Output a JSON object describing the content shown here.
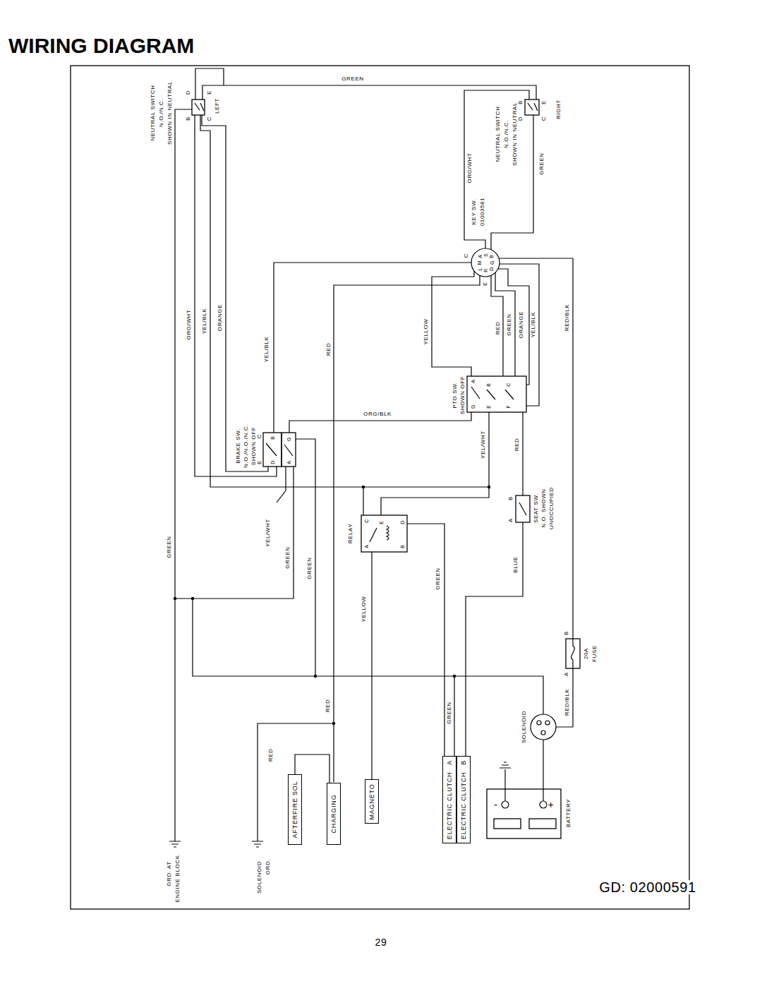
{
  "diagram": {
    "title": "WIRING DIAGRAM",
    "nodes": [
      {
        "text": [
          "AFTERFIRE SOL"
        ]
      },
      {
        "text": [
          "CHARGING"
        ]
      },
      {
        "text": [
          "MAGNETO"
        ]
      },
      {
        "text": [
          "ELECTRIC CLUTCH",
          "A"
        ]
      },
      {
        "text": [
          "ELECTRIC CLUTCH",
          "B"
        ]
      }
    ],
    "edges": [
      {
        "from": 0,
        "to": 1,
        "arrow": "none"
      }
    ],
    "labels": [
      "GD: 02000591",
      "29",
      "NEUTRAL SWITCH",
      "N.O./N.C.",
      "SHOWN IN NEUTRAL",
      "B",
      "D",
      "C",
      "E",
      "LEFT",
      "GREEN",
      "NEUTRAL SWITCH",
      "N.O./N.C.",
      "SHOWN IN NEUTRAL",
      "B",
      "D",
      "E",
      "C",
      "RIGHT",
      "ORG/WHT",
      "GREEN",
      "KEY SW.",
      "01003581",
      "A",
      "S",
      "B",
      "M",
      "G",
      "C",
      "L",
      "R",
      "E",
      "D",
      "ORG/WHT",
      "YEL/BLK",
      "ORANGE",
      "YEL/BLK",
      "RED",
      "YELLOW",
      "RED",
      "GREEN",
      "ORANGE",
      "YEL/BLK",
      "RED/BLK",
      "PTO SW.",
      "SHOWN OFF",
      "A",
      "B",
      "C",
      "G",
      "E",
      "F",
      "ORG/BLK",
      "YEL/WHT",
      "RED",
      "BRAKE SW.",
      "N.O./N.O./N.C.",
      "SHOWN OFF",
      "C",
      "B",
      "G",
      "E",
      "D",
      "A",
      "B",
      "A",
      "SEAT SW.",
      "N.O. SHOWN",
      "UNOCCUPIED",
      "YEL/WHT",
      "RELAY",
      "C",
      "E",
      "D",
      "A",
      "B",
      "GREEN",
      "GREEN",
      "GREEN",
      "YELLOW",
      "GREEN",
      "GREEN",
      "BLUE",
      "B",
      "20A",
      "FUSE",
      "A",
      "RED",
      "RED/BLK",
      "SOLENOID",
      "RED",
      "BATTERY",
      "-",
      "+",
      "GRD. AT",
      "ENGINE BLOCK",
      "SOLENOID",
      "GRD."
    ]
  }
}
